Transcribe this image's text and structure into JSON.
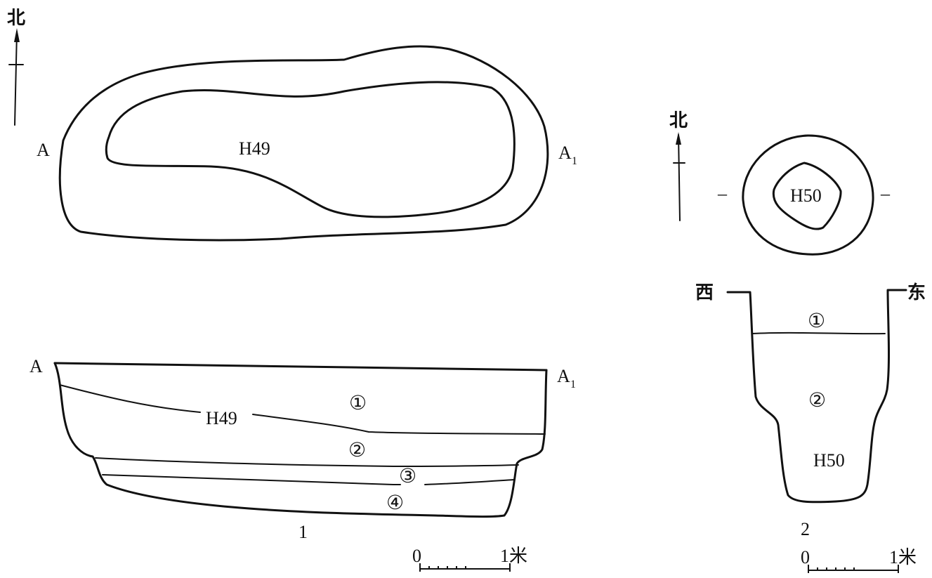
{
  "north_label": "北",
  "h49": {
    "plan_label": "H49",
    "section_label": "H49",
    "point_a": "A",
    "point_a1_main": "A",
    "point_a1_sub": "1",
    "layers": [
      "①",
      "②",
      "③",
      "④"
    ],
    "figure_number": "1"
  },
  "h50": {
    "plan_label": "H50",
    "section_label": "H50",
    "west_label": "西",
    "east_label": "东",
    "dash_left": "–",
    "dash_right": "–",
    "layers": [
      "①",
      "②"
    ],
    "figure_number": "2"
  },
  "scale_bar": {
    "start": "0",
    "end": "1米"
  }
}
